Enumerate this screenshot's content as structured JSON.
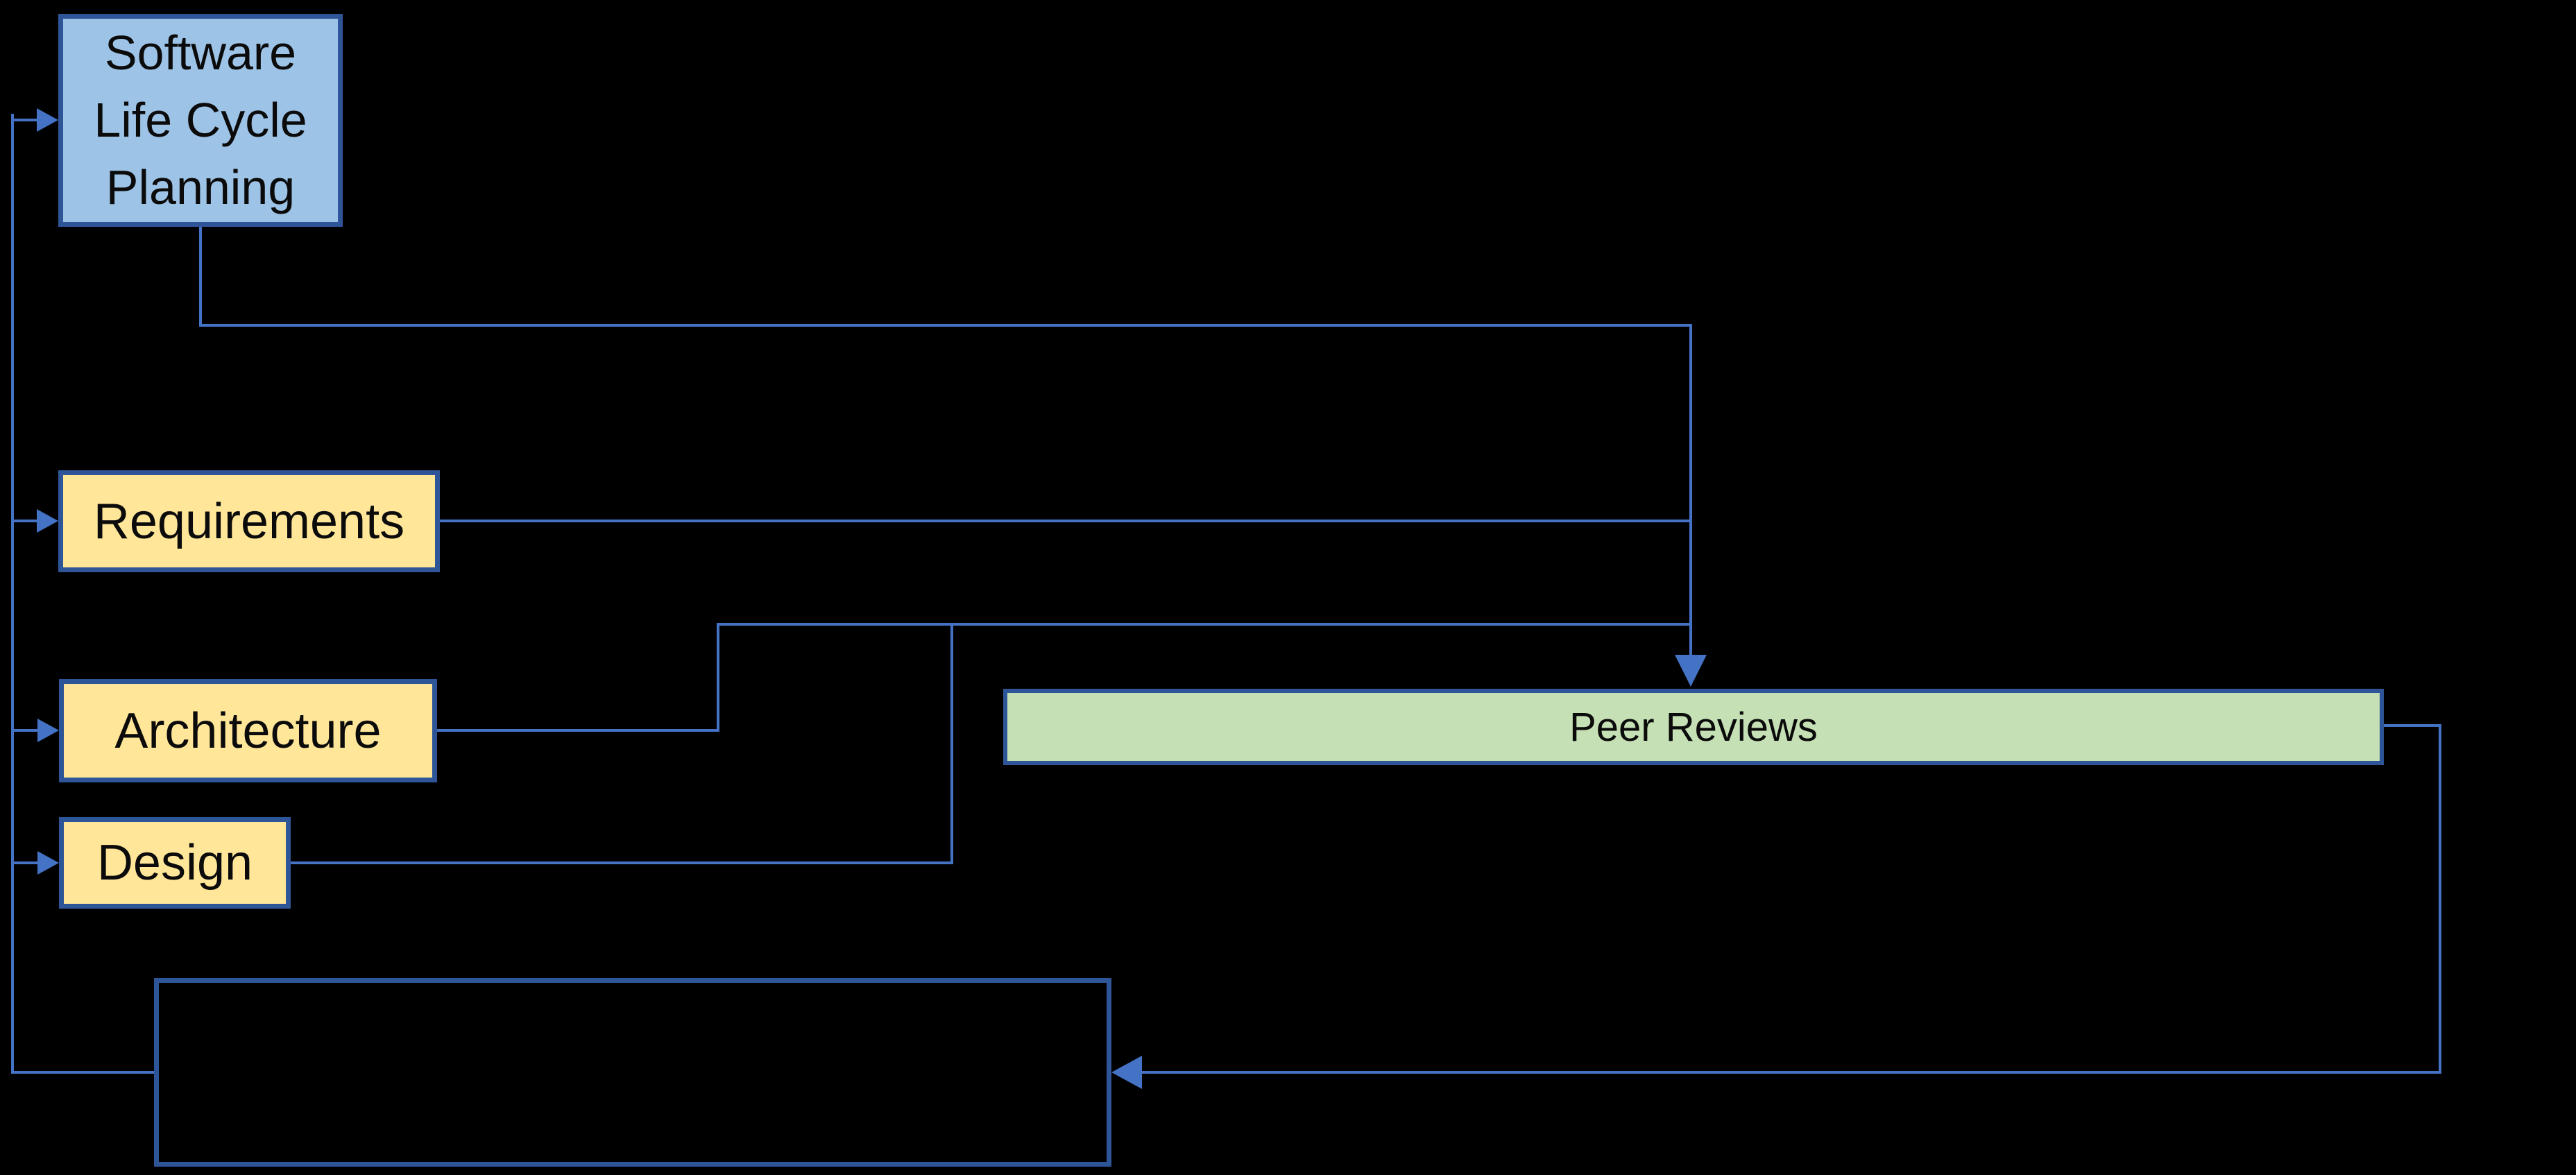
{
  "diagram": {
    "background": "#000000",
    "connector_color": "#4472C4",
    "border_color": "#2E5597",
    "boxes": {
      "slcp": {
        "label": "Software Life Cycle Planning",
        "lines": [
          "Software",
          "Life Cycle",
          "Planning"
        ],
        "fill": "#9DC3E6"
      },
      "requirements": {
        "label": "Requirements",
        "fill": "#FFE699"
      },
      "architecture": {
        "label": "Architecture",
        "fill": "#FFE699"
      },
      "design": {
        "label": "Design",
        "fill": "#FFE699"
      },
      "peer_reviews": {
        "label": "Peer Reviews",
        "fill": "#C5E0B4"
      },
      "feedback_box": {
        "label": "",
        "fill": "none"
      }
    },
    "connections": [
      {
        "from": "software_life_cycle_planning",
        "to": "peer_reviews"
      },
      {
        "from": "requirements",
        "to": "peer_reviews"
      },
      {
        "from": "architecture",
        "to": "peer_reviews"
      },
      {
        "from": "design",
        "to": "peer_reviews"
      },
      {
        "from": "peer_reviews",
        "to": "feedback_box"
      },
      {
        "from": "feedback_box",
        "to": "software_life_cycle_planning"
      },
      {
        "from": "feedback_box",
        "to": "requirements"
      },
      {
        "from": "feedback_box",
        "to": "architecture"
      },
      {
        "from": "feedback_box",
        "to": "design"
      }
    ]
  }
}
